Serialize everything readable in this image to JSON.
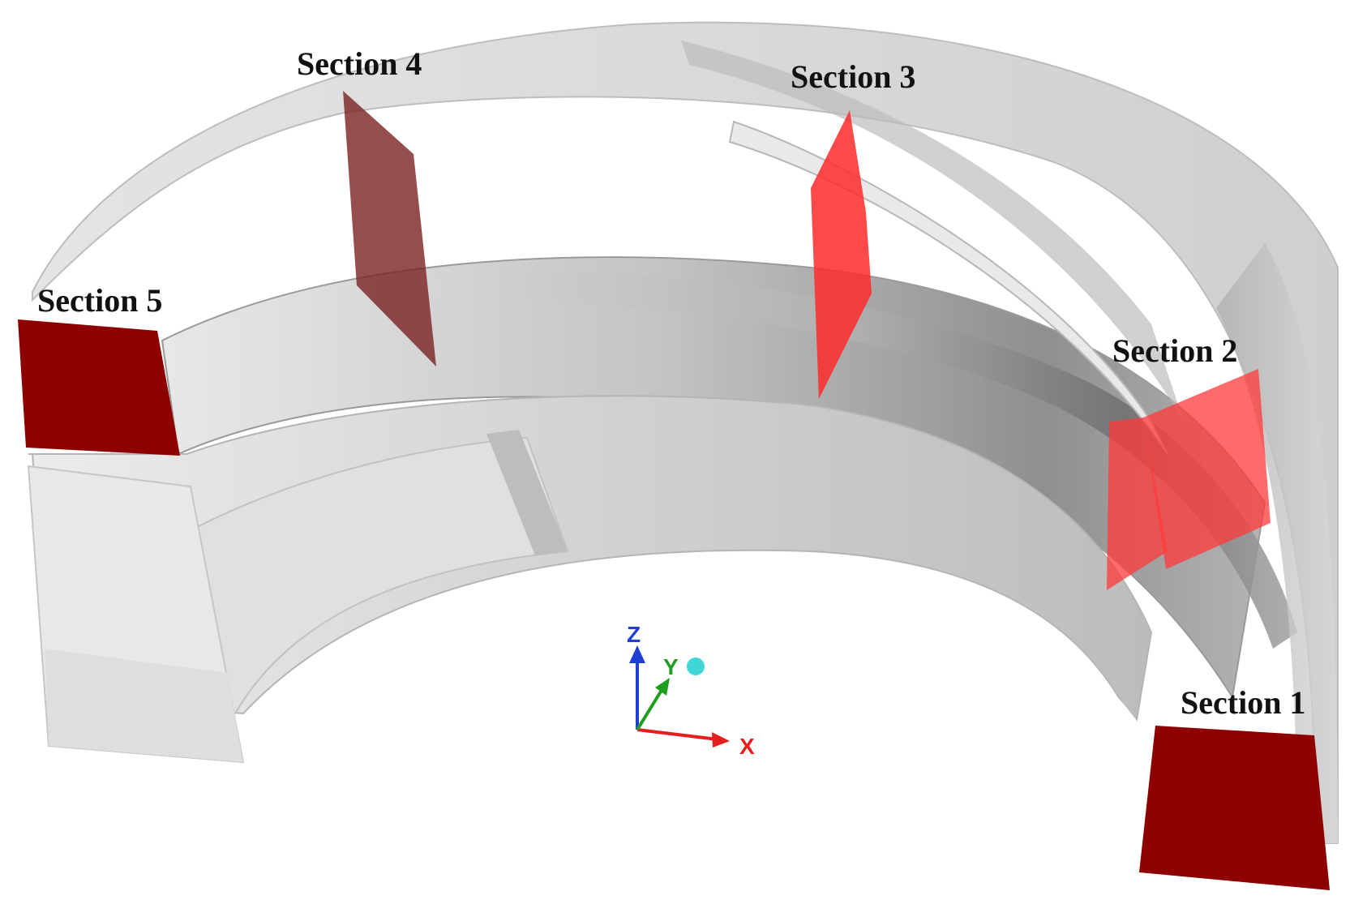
{
  "sections": [
    {
      "label": "Section 1",
      "fill": "#8e0000",
      "opacity": 1.0
    },
    {
      "label": "Section 2",
      "fill": "#ff3a3a",
      "opacity": 0.75
    },
    {
      "label": "Section 3",
      "fill": "#ff2a2a",
      "opacity": 0.85
    },
    {
      "label": "Section 4",
      "fill": "#7a2020",
      "opacity": 0.8
    },
    {
      "label": "Section 5",
      "fill": "#8e0000",
      "opacity": 1.0
    }
  ],
  "axes": {
    "x": {
      "label": "X",
      "color": "#e61e1e"
    },
    "y": {
      "label": "Y",
      "color": "#1e9e1e"
    },
    "z": {
      "label": "Z",
      "color": "#1e3ed6"
    },
    "origin_marker_color": "#3ed6d6"
  },
  "colors": {
    "body_light": "#e6e6e6",
    "body_mid": "#c8c8c8",
    "body_dark": "#8c8c8c",
    "edge": "#9a9a9a"
  }
}
